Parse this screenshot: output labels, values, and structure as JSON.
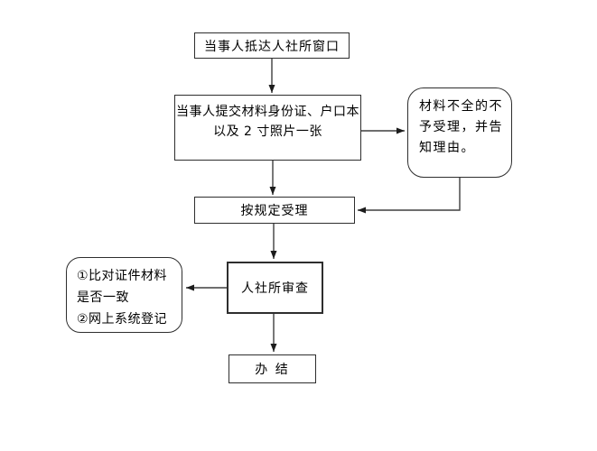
{
  "diagram": {
    "type": "flowchart",
    "background": "#ffffff",
    "line_color": "#3f3f3f",
    "arrowhead_color": "#1c1c1c",
    "border_color": "#2e2e2e",
    "text_color": "#000000",
    "nodes": {
      "arrive": {
        "shape": "rect",
        "label": "当事人抵达人社所窗口"
      },
      "submit": {
        "shape": "rect",
        "lines": [
          "当事人提交材料身份证、户口本",
          "以及 2 寸照片一张"
        ]
      },
      "reject": {
        "shape": "rounded",
        "lines": [
          "材料不全的不",
          "予受理，并告",
          "知理由。"
        ]
      },
      "accept": {
        "shape": "rect",
        "label": "按规定受理"
      },
      "review": {
        "shape": "rect",
        "label": "人社所审查"
      },
      "verify": {
        "shape": "rounded",
        "lines": [
          "①比对证件材料",
          "是否一致",
          "②网上系统登记"
        ]
      },
      "finish": {
        "shape": "rect",
        "label": "办 结"
      }
    },
    "edges": [
      {
        "from": "arrive",
        "to": "submit"
      },
      {
        "from": "submit",
        "to": "reject"
      },
      {
        "from": "reject",
        "to": "accept"
      },
      {
        "from": "submit",
        "to": "accept"
      },
      {
        "from": "accept",
        "to": "review"
      },
      {
        "from": "review",
        "to": "verify"
      },
      {
        "from": "review",
        "to": "finish"
      }
    ]
  }
}
